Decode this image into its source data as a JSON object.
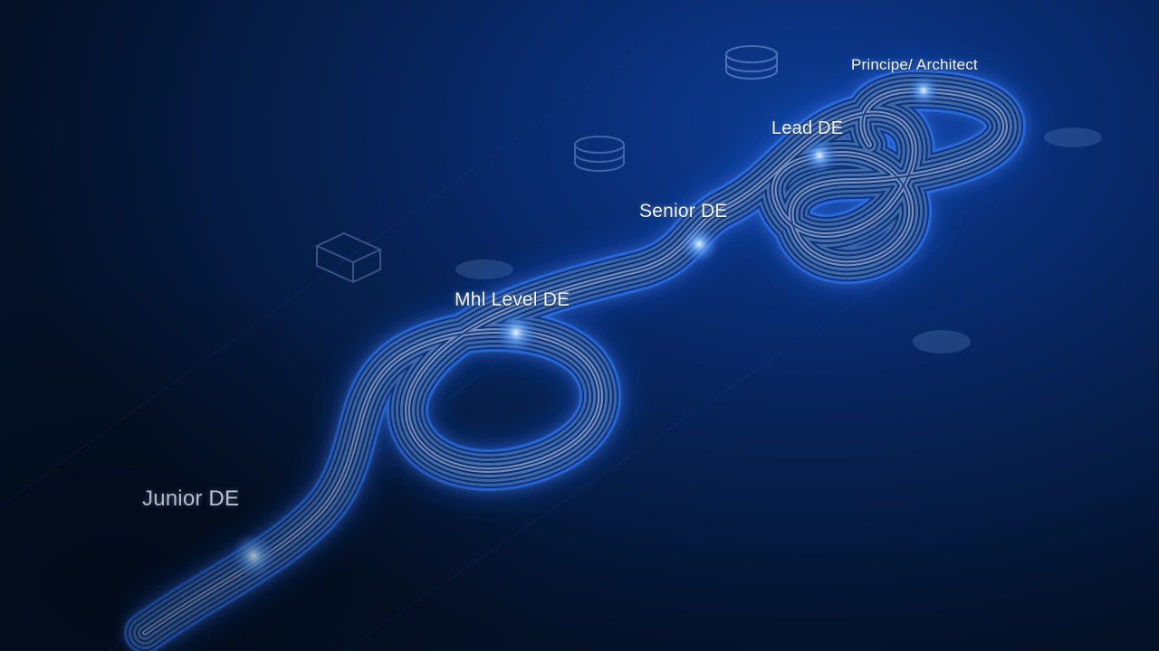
{
  "diagram": {
    "path_color": "#2f7dff",
    "glow_color": "#8fc2ff",
    "background_color": "#06204f",
    "stages": [
      {
        "label": "Junior DE"
      },
      {
        "label": "Mhl Level DE"
      },
      {
        "label": "Senior DE"
      },
      {
        "label": "Lead DE"
      },
      {
        "label": "Principe/ Architect"
      }
    ],
    "decorations": [
      "database-icon",
      "database-icon",
      "server-stack-icon"
    ]
  }
}
